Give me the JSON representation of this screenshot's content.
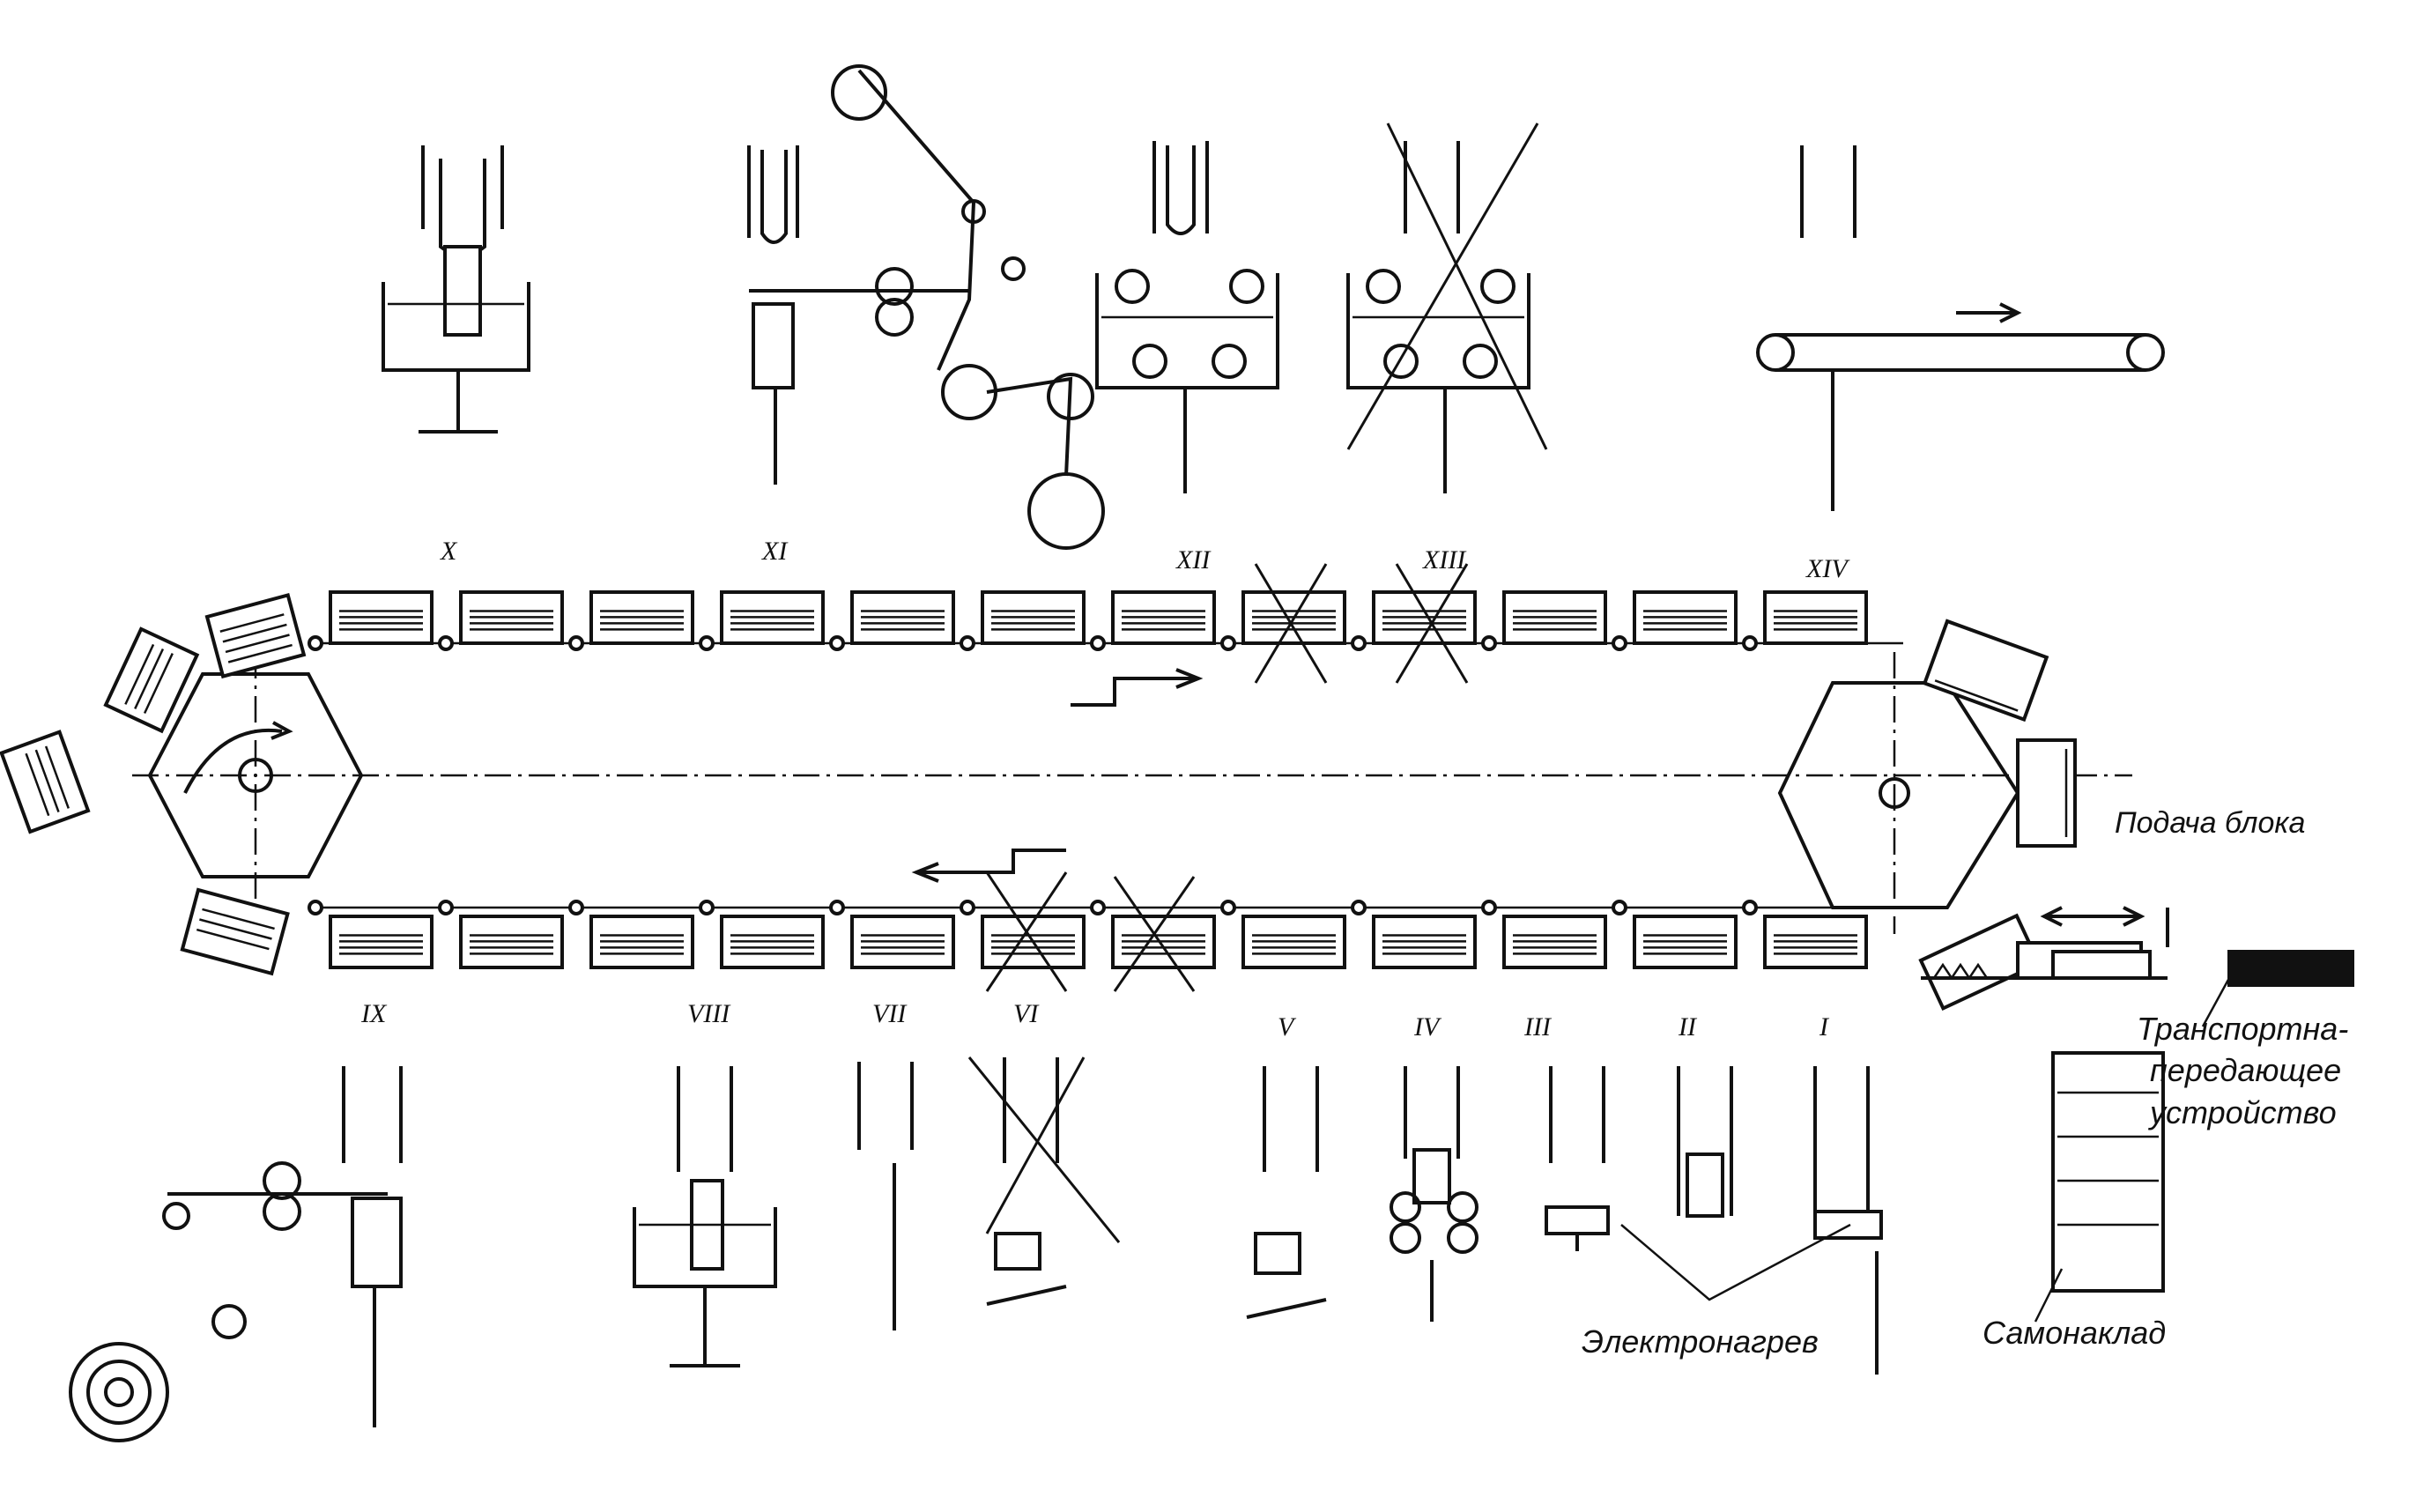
{
  "stations_top": [
    "X",
    "XI",
    "XII",
    "XIII",
    "XIV"
  ],
  "stations_bottom": [
    "IX",
    "VIII",
    "VII",
    "VI",
    "V",
    "IV",
    "III",
    "II",
    "I"
  ],
  "labels": {
    "feed": "Подача блока",
    "transport_1": "Транспортна-",
    "transport_2": "передающее",
    "transport_3": "устройство",
    "heating": "Электронагрев",
    "recorder": "Самонаклад"
  }
}
